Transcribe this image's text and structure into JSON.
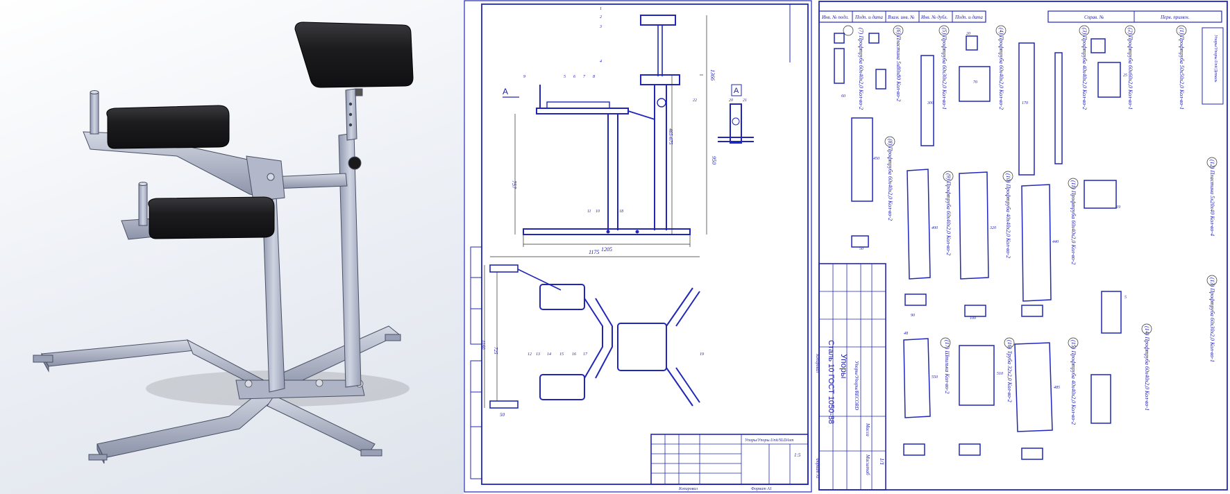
{
  "assembly": {
    "view_label_a_main": "A",
    "view_label_a_detail": "A",
    "dim_overall_height": "1366",
    "dim_left_height": "757",
    "dim_right_height": "950",
    "dim_post": "465-675",
    "dim_base_width": "1205",
    "dim_top_width": "1175",
    "dim_plan_height": "1160",
    "dim_plan_inner": "725",
    "dim_plan_small": "50",
    "callouts": [
      "1",
      "2",
      "3",
      "4",
      "5",
      "6",
      "7",
      "8",
      "9",
      "10",
      "11",
      "12",
      "13",
      "14",
      "15",
      "16",
      "17",
      "18",
      "19",
      "20",
      "21",
      "22"
    ],
    "title_doc": "Упоры/Упоры.Unit/SLDAsm",
    "title_scale": "1:5",
    "title_format": "Формат А1",
    "title_copy": "Копировал"
  },
  "parts": {
    "header_cells": [
      "Инв. № подл.",
      "Подп. и дата",
      "Взам. инв. №",
      "Инв. № дубл.",
      "Подп. и дата"
    ],
    "header_right": [
      "Справ. №",
      "Перв. примен."
    ],
    "side_label": "Упоры/Упоры.Unit/Деталь",
    "title_material": "Сталь 10 ГОСТ 1050-88",
    "title_name": "Упоры",
    "title_doc": "Упоры/Упоры/RECORD",
    "title_sheet": "Лист",
    "title_sheets": "Листов",
    "title_sheet_no": "1/1",
    "title_mass": "Масса",
    "title_scale": "Масштаб",
    "title_format": "Формат А1",
    "title_copy": "Копировал",
    "notes": [
      "(1) Профтруба 50х50х2,0 Кол-во-1",
      "(2) Профтруба 60х60х2,0 Кол-во-1",
      "(3) Профтруба 40х40х2,0 Кол-во-2",
      "(4) Профтруба 60х40х2,0 Кол-во-2",
      "(5) Профтруба 60х30х2,0 Кол-во-1",
      "(6) Пластина 5х80х80 Кол-во-2",
      "(7) Профтруба 60х40х2,0 Кол-во-2",
      "(8) Профтруба 60х40х2,0 Кол-во-2",
      "(9) Профтруба 60х40х2,0 Кол-во-2",
      "(10) Профтруба 40х40х2,0 Кол-во-2",
      "(11) Профтруба 60х40х2,0 Кол-во-2",
      "(12) Пластина 5х20х40 Кол-во-4",
      "(13) Профтруба 60х30х2,0 Кол-во-1",
      "(14) Профтруба 60х40х2,0 Кол-во-1",
      "(15) Профтруба 40х40х2,0 Кол-во-2",
      "(16) Труба 32х2,0 Кол-во-2",
      "(17) Шпилька Кол-во-2"
    ],
    "dims": [
      "60",
      "50",
      "70",
      "90",
      "100",
      "170",
      "300",
      "320",
      "400",
      "440",
      "450",
      "485",
      "510",
      "550",
      "5",
      "25",
      "48",
      "19",
      "20"
    ]
  },
  "colors": {
    "drawing_line": "#1f26b8",
    "paper": "#ffffff",
    "frame_steel": "#b6bccf",
    "pad": "#1c1c1e"
  },
  "icons": {
    "render": "bench-render-3d",
    "section_marker": "section-arrow-icon"
  }
}
